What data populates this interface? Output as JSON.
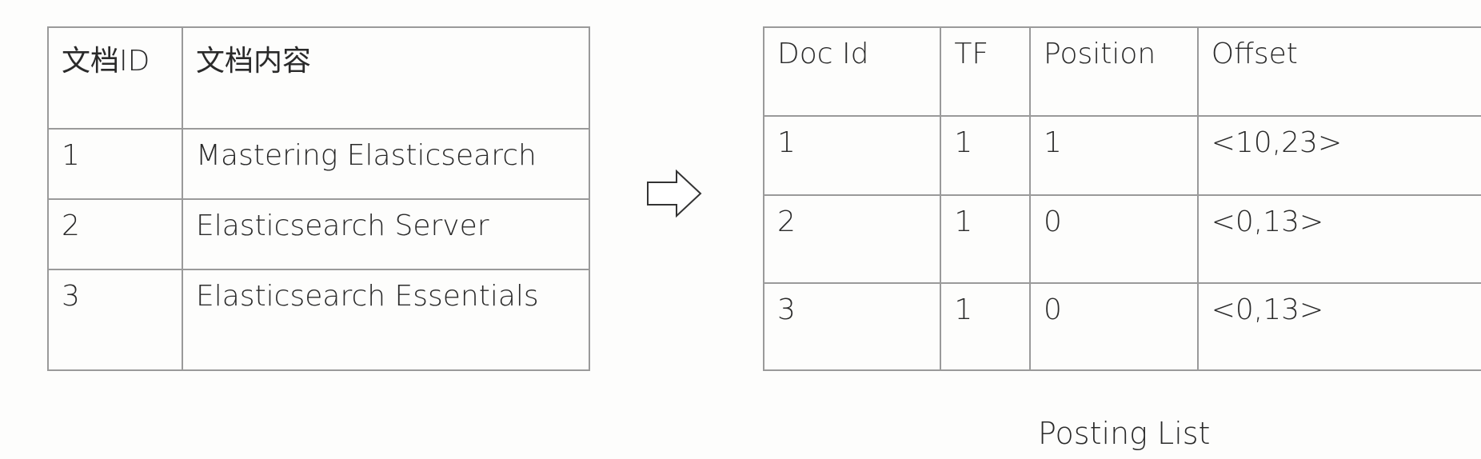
{
  "docs_table": {
    "headers": [
      "文档ID",
      "文档内容"
    ],
    "rows": [
      [
        "1",
        "Mastering Elasticsearch"
      ],
      [
        "2",
        "Elasticsearch Server"
      ],
      [
        "3",
        "Elasticsearch Essentials"
      ]
    ]
  },
  "posting_table": {
    "headers": [
      "Doc Id",
      "TF",
      "Position",
      "Offset"
    ],
    "rows": [
      [
        "1",
        "1",
        "1",
        "<10,23>"
      ],
      [
        "2",
        "1",
        "0",
        "<0,13>"
      ],
      [
        "3",
        "1",
        "0",
        "<0,13>"
      ]
    ]
  },
  "caption": "Posting List",
  "arrow_icon": "right-outline-arrow-icon",
  "colors": {
    "border": "#9a9a9a",
    "text": "#2a2a2a",
    "background": "#fdfdfc"
  }
}
